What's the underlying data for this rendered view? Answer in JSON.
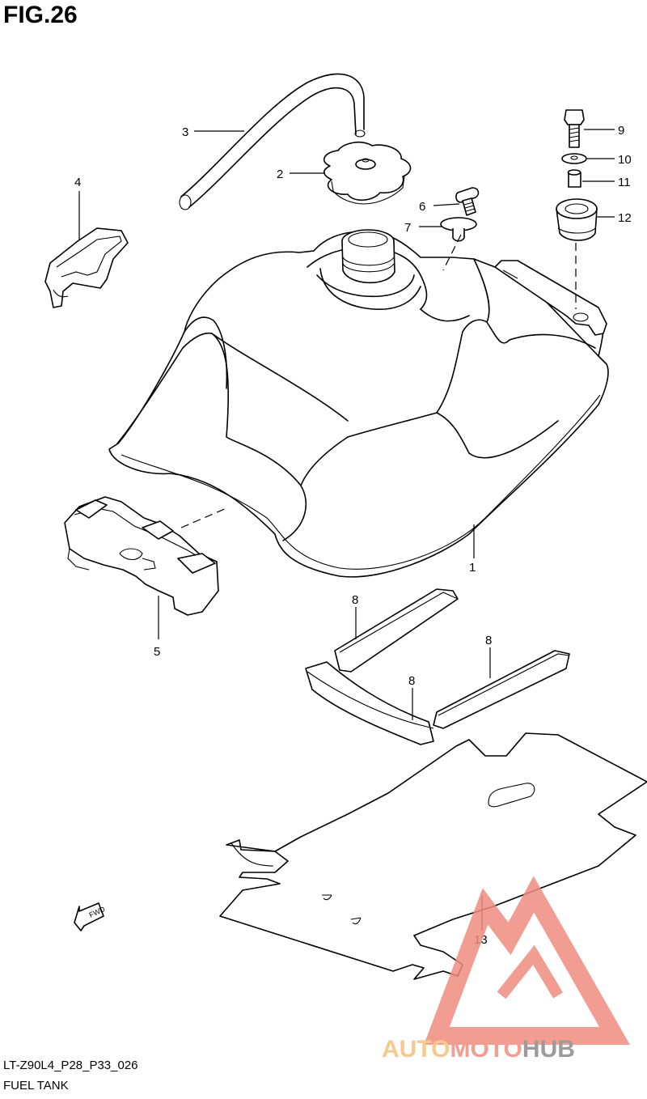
{
  "header": {
    "figure_label": "FIG.26"
  },
  "callouts": [
    {
      "id": "c1",
      "number": "1"
    },
    {
      "id": "c2",
      "number": "2"
    },
    {
      "id": "c3",
      "number": "3"
    },
    {
      "id": "c4",
      "number": "4"
    },
    {
      "id": "c5",
      "number": "5"
    },
    {
      "id": "c6",
      "number": "6"
    },
    {
      "id": "c7",
      "number": "7"
    },
    {
      "id": "c8a",
      "number": "8"
    },
    {
      "id": "c8b",
      "number": "8"
    },
    {
      "id": "c8c",
      "number": "8"
    },
    {
      "id": "c9",
      "number": "9"
    },
    {
      "id": "c10",
      "number": "10"
    },
    {
      "id": "c11",
      "number": "11"
    },
    {
      "id": "c12",
      "number": "12"
    },
    {
      "id": "c13",
      "number": "13"
    }
  ],
  "direction_marker": {
    "label": "FWD"
  },
  "footer": {
    "code": "LT-Z90L4_P28_P33_026",
    "title": "FUEL TANK"
  },
  "watermark": {
    "text": "AUTOMOTOHUB",
    "colors": {
      "primary": "#f08c80",
      "accent": "#f5c07a",
      "dark": "#8a8a8a"
    }
  }
}
